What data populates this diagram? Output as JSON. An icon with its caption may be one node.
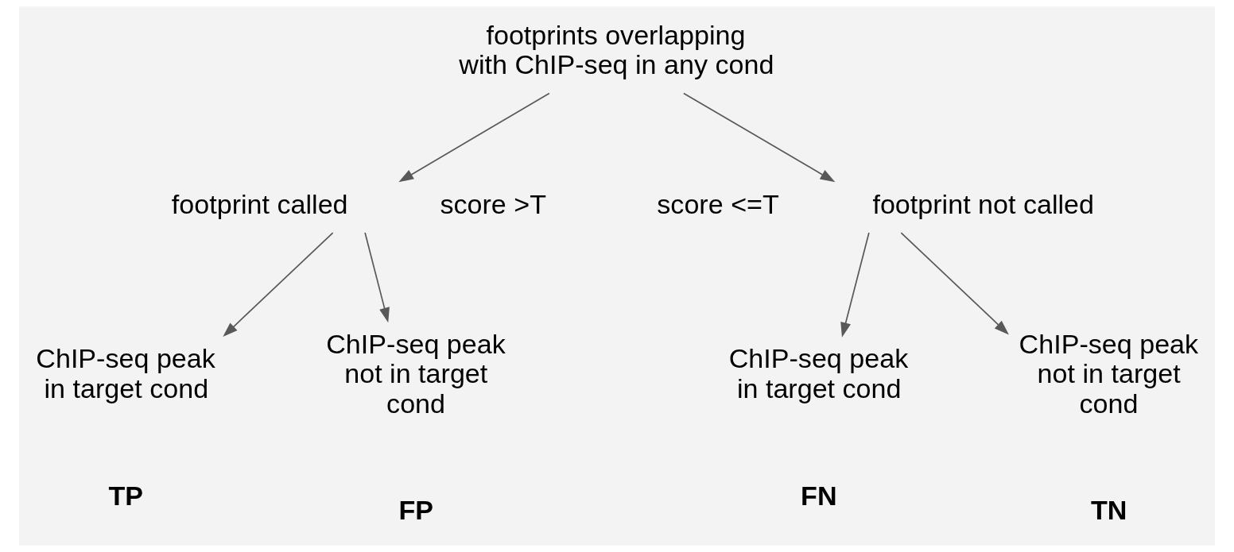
{
  "diagram": {
    "nodes": [
      {
        "text": [
          "footprints overlapping with ChIP-seq in any cond"
        ]
      },
      {
        "text": [
          "score >T"
        ],
        "beside": [
          "footprint called"
        ]
      },
      {
        "text": [
          "score <=T"
        ],
        "beside": [
          "footprint not called"
        ]
      },
      {
        "text": [
          "ChIP-seq peak in target cond"
        ],
        "beside": [
          "TP"
        ]
      },
      {
        "text": [
          "ChIP-seq peak not in target cond"
        ],
        "beside": [
          "FP"
        ]
      },
      {
        "text": [
          "ChIP-seq peak in target cond"
        ],
        "beside": [
          "FN"
        ]
      },
      {
        "text": [
          "ChIP-seq peak not in target cond"
        ],
        "beside": [
          "TN"
        ]
      }
    ],
    "edges": [
      {
        "from": 0,
        "to": 1,
        "arrow": "to"
      },
      {
        "from": 0,
        "to": 2,
        "arrow": "to"
      },
      {
        "from": 1,
        "to": 3,
        "arrow": "to"
      },
      {
        "from": 1,
        "to": 4,
        "arrow": "to"
      },
      {
        "from": 2,
        "to": 5,
        "arrow": "to"
      },
      {
        "from": 2,
        "to": 6,
        "arrow": "to"
      }
    ]
  }
}
